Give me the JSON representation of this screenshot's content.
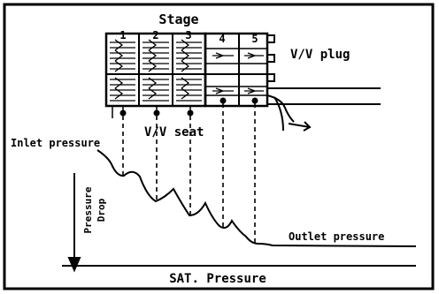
{
  "title": "Stage",
  "stage_numbers": [
    "1",
    "2",
    "3",
    "4",
    "5"
  ],
  "labels": {
    "plug": "V/V plug",
    "seat": "V/V seat",
    "inlet": "Inlet pressure",
    "outlet": "Outlet pressure",
    "drop_line1": "Pressure",
    "drop_line2": "Drop",
    "sat": "SAT. Pressure"
  }
}
